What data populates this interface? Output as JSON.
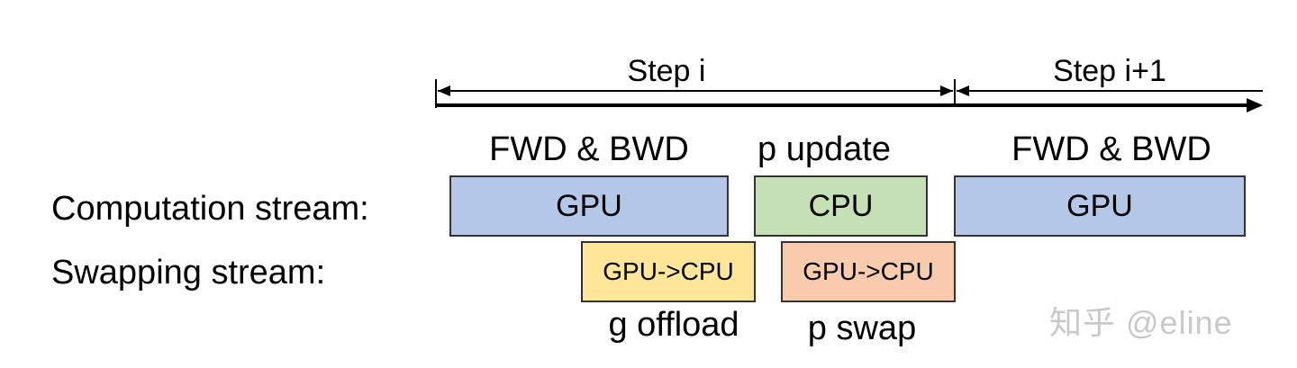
{
  "timeline": {
    "step_i": "Step i",
    "step_i1": "Step i+1"
  },
  "phases": {
    "fwd_bwd_1": "FWD & BWD",
    "p_update": "p update",
    "fwd_bwd_2": "FWD & BWD"
  },
  "rows": {
    "computation": "Computation stream:",
    "swapping": "Swapping stream:"
  },
  "blocks": {
    "gpu_1": {
      "label": "GPU",
      "color": "#b4c7e7"
    },
    "cpu": {
      "label": "CPU",
      "color": "#c5e0b4"
    },
    "gpu_2": {
      "label": "GPU",
      "color": "#b4c7e7"
    },
    "g_transfer": {
      "label": "GPU->CPU",
      "color": "#ffe699"
    },
    "p_transfer": {
      "label": "GPU->CPU",
      "color": "#f8cbad"
    }
  },
  "captions": {
    "g_offload": "g offload",
    "p_swap": "p swap"
  },
  "watermark": "知乎 @eline"
}
